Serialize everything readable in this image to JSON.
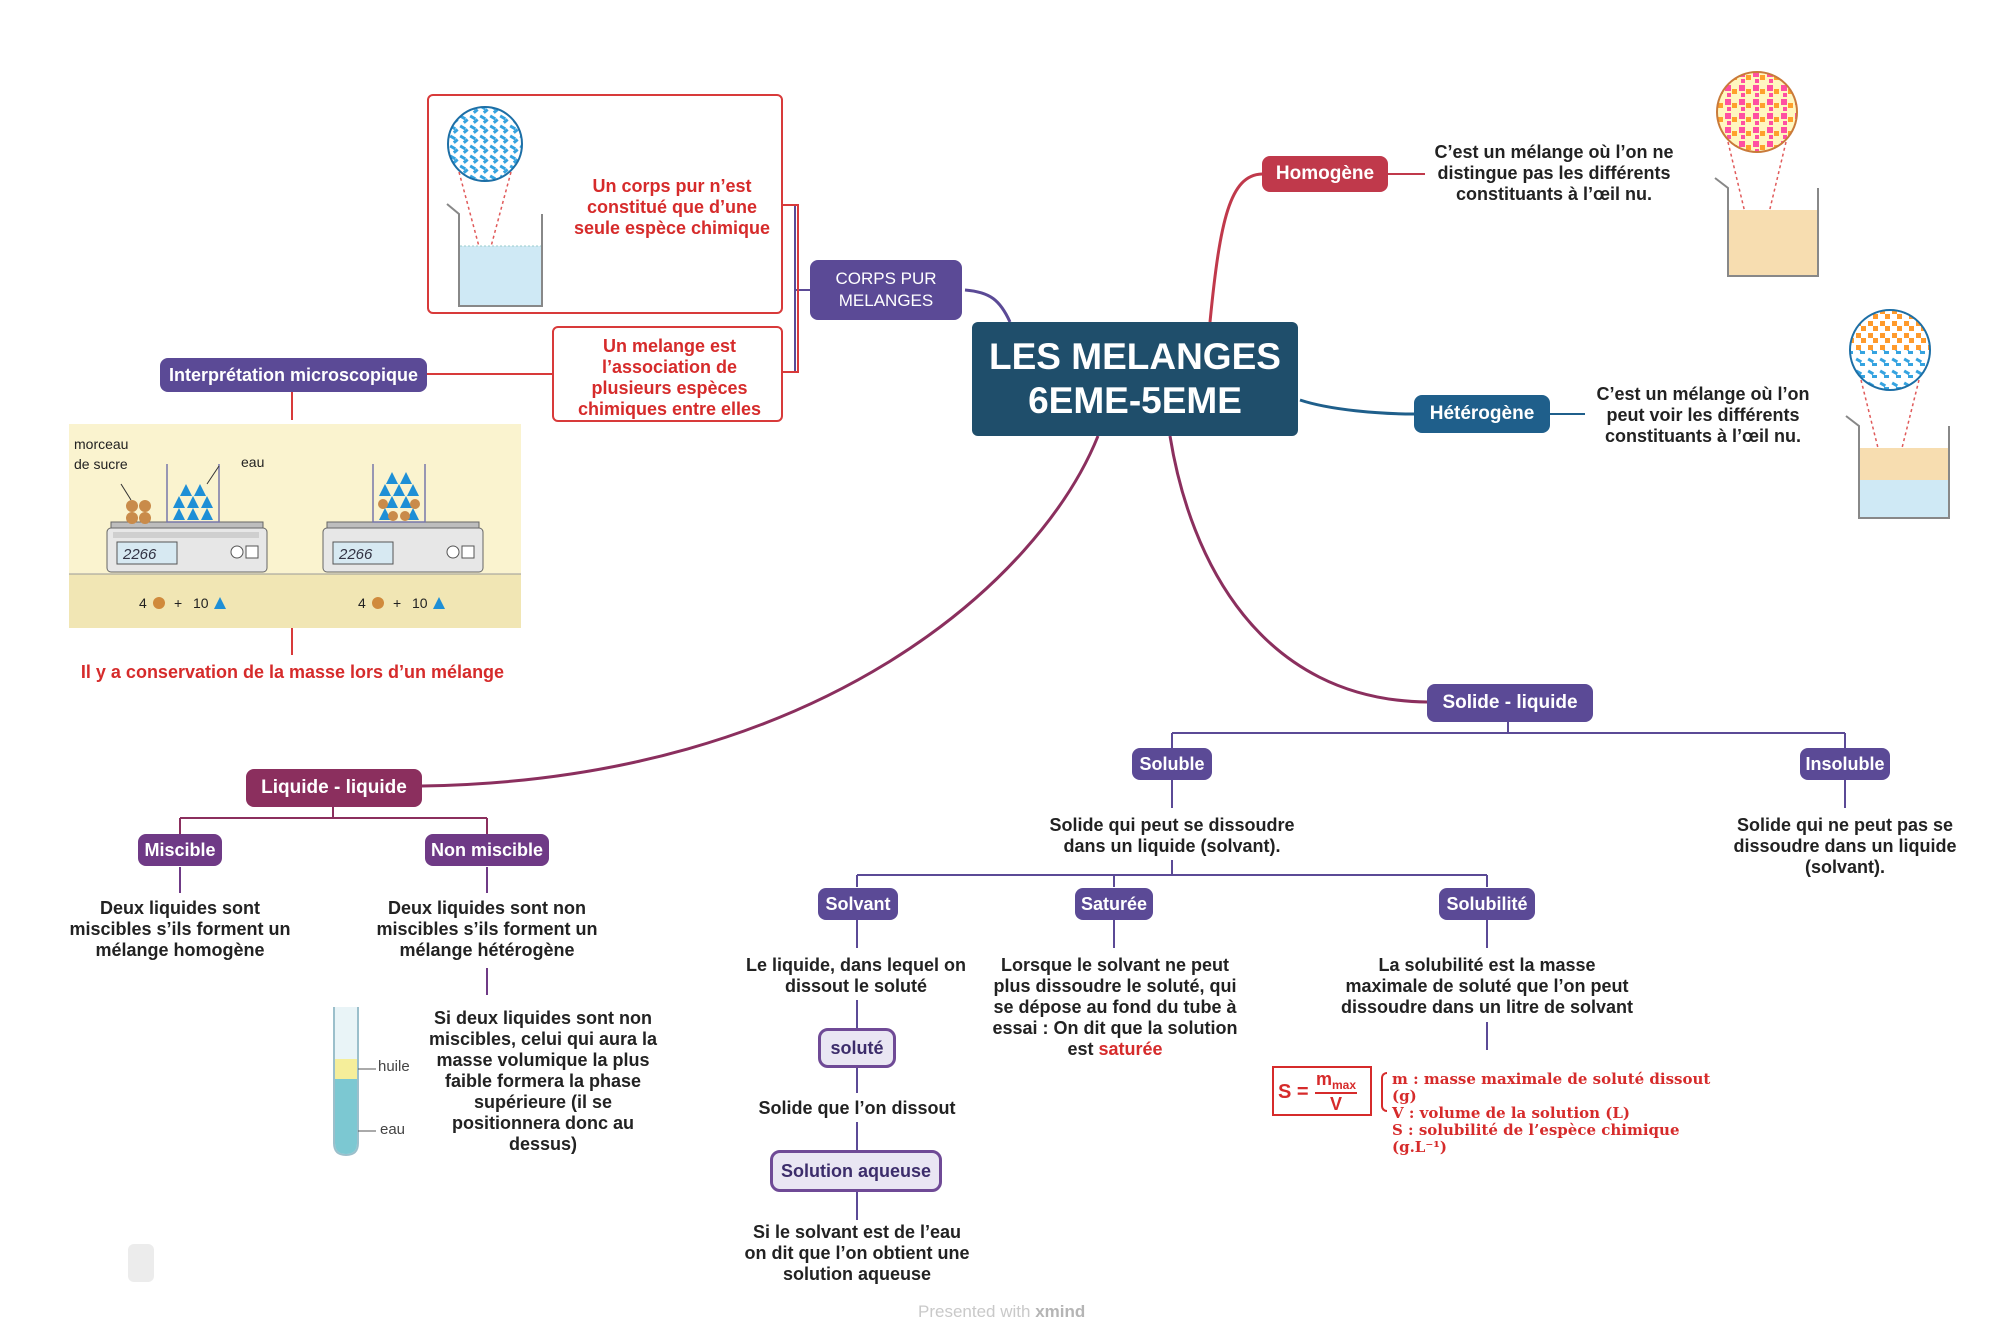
{
  "central": {
    "title": "LES MELANGES\n6EME-5EME"
  },
  "corps_pur": {
    "title": "CORPS PUR\nMELANGES",
    "definition_corps_pur": "Un corps pur n’est constitué que d’une seule espèce chimique",
    "definition_melange": "Un melange est l’association de plusieurs espèces chimiques entre elles"
  },
  "interpretation": {
    "title": "Interprétation microscopique",
    "label_sucre": "morceau\nde sucre",
    "label_eau": "eau",
    "balance_reading_1": "2266",
    "balance_reading_2": "2266",
    "count_1": "4",
    "count_2": "10",
    "count_3": "4",
    "count_4": "10",
    "plus_1": "+",
    "plus_2": "+",
    "conclusion": "Il y a conservation de la masse lors d’un mélange"
  },
  "homogene": {
    "title": "Homogène",
    "text": "C’est un mélange où l’on ne distingue pas les différents constituants à l’œil nu."
  },
  "heterogene": {
    "title": "Hétérogène",
    "text": "C’est un mélange où l’on peut voir les différents constituants à l’œil nu."
  },
  "liquide_liquide": {
    "title": "Liquide - liquide",
    "miscible": {
      "title": "Miscible",
      "text": "Deux liquides sont miscibles s’ils forment un mélange homogène"
    },
    "non_miscible": {
      "title": "Non miscible",
      "text": "Deux liquides sont non miscibles s’ils forment un mélange hétérogène",
      "detail": "Si deux liquides sont non miscibles, celui qui aura la masse volumique la plus faible formera la phase supérieure (il se positionnera donc au dessus)",
      "label_huile": "huile",
      "label_eau": "eau"
    }
  },
  "solide_liquide": {
    "title": "Solide - liquide",
    "soluble": {
      "title": "Soluble",
      "text": "Solide qui peut se dissoudre dans un liquide (solvant)."
    },
    "insoluble": {
      "title": "Insoluble",
      "text": "Solide qui ne peut pas se dissoudre dans un liquide (solvant)."
    },
    "solvant": {
      "title": "Solvant",
      "text": "Le liquide, dans lequel on dissout le soluté",
      "solute_title": "soluté",
      "solute_text": "Solide que l’on dissout",
      "solution_title": "Solution aqueuse",
      "solution_text": "Si le solvant est de l’eau on dit que l’on obtient une solution aqueuse"
    },
    "saturee": {
      "title": "Saturée",
      "text": "Lorsque le solvant ne peut plus dissoudre le soluté, qui se dépose au fond du tube à essai : On dit que la solution est",
      "text_highlight": "saturée"
    },
    "solubilite": {
      "title": "Solubilité",
      "text": "La solubilité est la masse maximale de soluté que l’on peut dissoudre dans un litre de solvant",
      "formula_lhs": "S =",
      "formula_num": "m",
      "formula_num_sub": "max",
      "formula_den": "V",
      "legend_m": "m : masse maximale de soluté dissout (g)",
      "legend_v": "V : volume de la solution (L)",
      "legend_s": "S : solubilité de l’espèce chimique (g.L⁻¹)"
    }
  },
  "footer": {
    "prefix": "Presented with",
    "brand": "xmind"
  },
  "colors": {
    "central": "#1f4e6b",
    "purple": "#5b4a96",
    "plum": "#8b2f5e",
    "red": "#c0394b",
    "blue": "#1f5f8b",
    "accent_red": "#d62b2b"
  }
}
